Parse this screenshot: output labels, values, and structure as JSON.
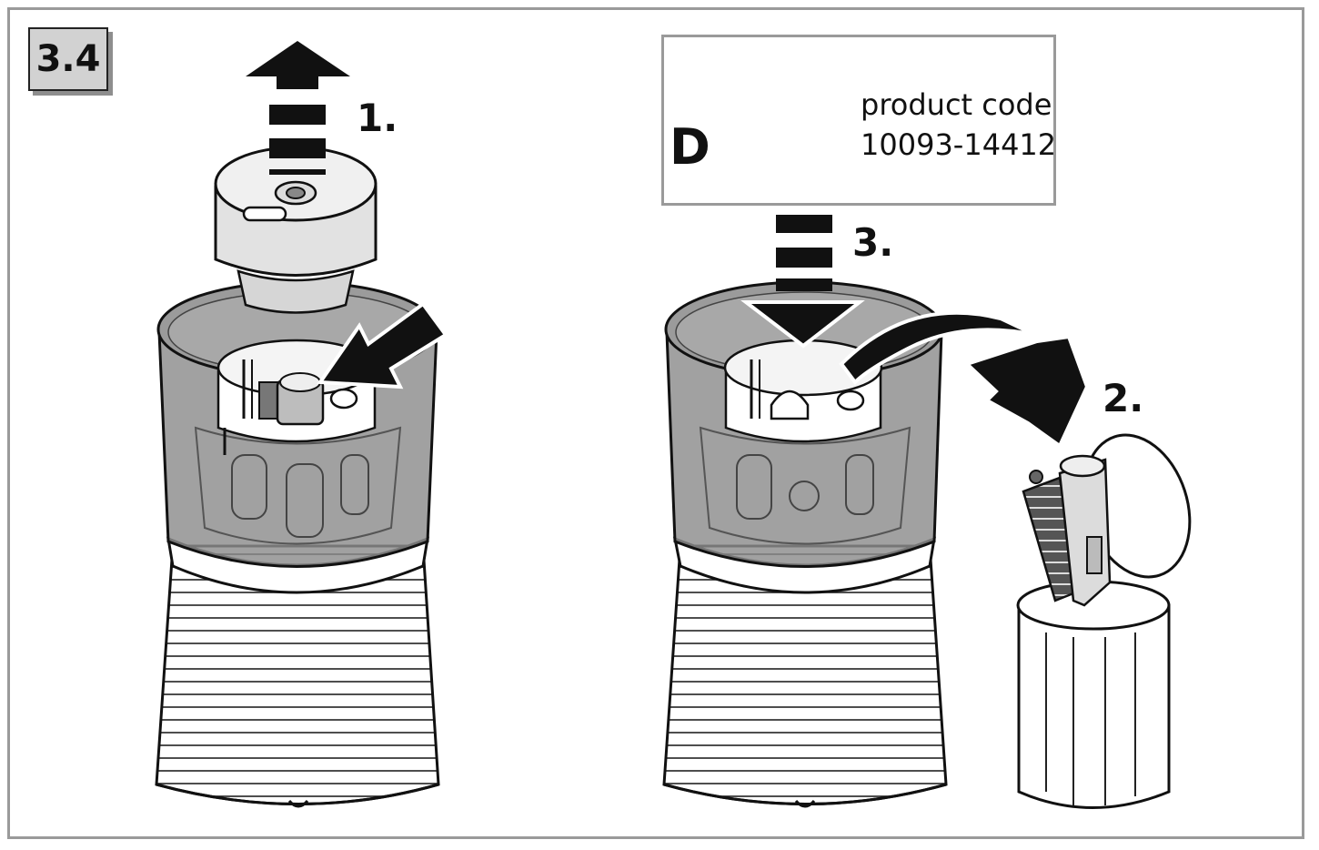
{
  "figure": {
    "badge": "3.4",
    "steps": {
      "one": "1.",
      "two": "2.",
      "three": "3."
    },
    "part_callout": {
      "letter": "D",
      "label": "product code",
      "code": "10093-14412"
    }
  },
  "colors": {
    "ink": "#111111",
    "frame": "#9a9a9a",
    "tint": "#8c8c8c"
  }
}
